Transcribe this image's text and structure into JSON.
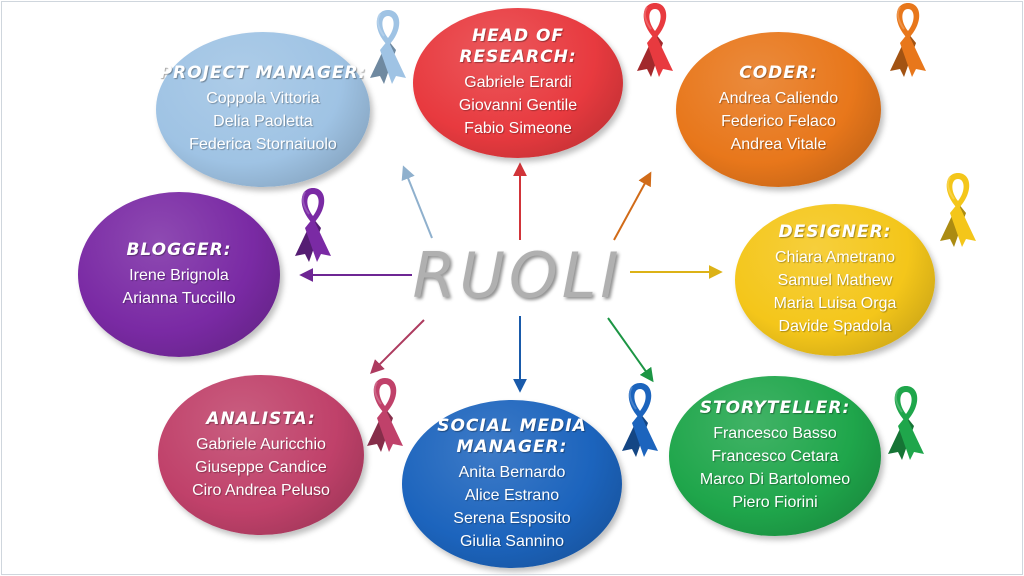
{
  "center_title": "RUOLI",
  "colors": {
    "project_manager": "#9fc3e4",
    "head_of_research": "#e83a3f",
    "coder": "#e8771b",
    "designer": "#f4c61a",
    "storyteller": "#1fa64b",
    "social_media_manager": "#1c64bd",
    "analista": "#c0416a",
    "blogger": "#7a2aa4"
  },
  "roles": [
    {
      "key": "project_manager",
      "title": "PROJECT MANAGER:",
      "members": [
        "Coppola Vittoria",
        "Delia Paoletta",
        "Federica Stornaiuolo"
      ],
      "ribbon": "light-blue-ribbon-icon"
    },
    {
      "key": "head_of_research",
      "title": "HEAD OF RESEARCH:",
      "members": [
        "Gabriele Erardi",
        "Giovanni Gentile",
        "Fabio Simeone"
      ],
      "ribbon": "red-ribbon-icon"
    },
    {
      "key": "coder",
      "title": "CODER:",
      "members": [
        "Andrea Caliendo",
        "Federico Felaco",
        "Andrea Vitale"
      ],
      "ribbon": "orange-ribbon-icon"
    },
    {
      "key": "designer",
      "title": "DESIGNER:",
      "members": [
        "Chiara Ametrano",
        "Samuel Mathew",
        "Maria Luisa Orga",
        "Davide Spadola"
      ],
      "ribbon": "yellow-ribbon-icon"
    },
    {
      "key": "storyteller",
      "title": "STORYTELLER:",
      "members": [
        "Francesco Basso",
        "Francesco Cetara",
        "Marco Di Bartolomeo",
        "Piero Fiorini"
      ],
      "ribbon": "green-ribbon-icon"
    },
    {
      "key": "social_media_manager",
      "title": "SOCIAL MEDIA MANAGER:",
      "members": [
        "Anita Bernardo",
        "Alice Estrano",
        "Serena Esposito",
        "Giulia Sannino"
      ],
      "ribbon": "blue-ribbon-icon"
    },
    {
      "key": "analista",
      "title": "ANALISTA:",
      "members": [
        "Gabriele Auricchio",
        "Giuseppe Candice",
        "Ciro Andrea Peluso"
      ],
      "ribbon": "burgundy-ribbon-icon"
    },
    {
      "key": "blogger",
      "title": "BLOGGER:",
      "members": [
        "Irene Brignola",
        "Arianna Tuccillo"
      ],
      "ribbon": "purple-ribbon-icon"
    }
  ]
}
